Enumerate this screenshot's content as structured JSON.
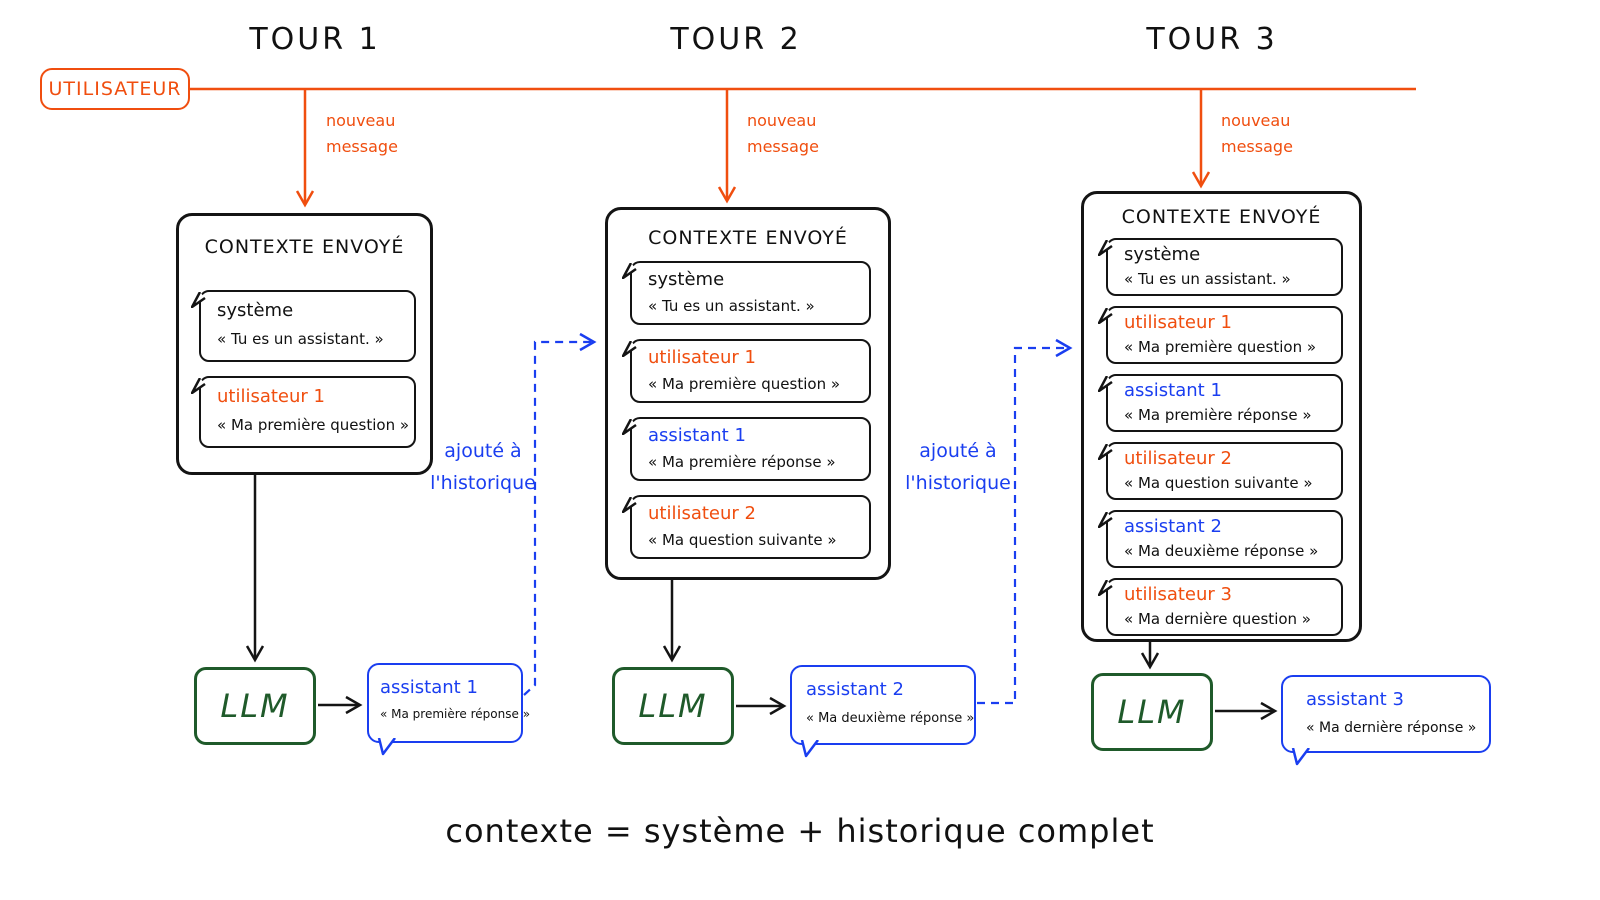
{
  "colors": {
    "user": "#f04e0f",
    "assistant": "#1a3ef0",
    "llm": "#1f5a2a",
    "ink": "#141414"
  },
  "user_lane": {
    "label": "UTILISATEUR"
  },
  "turns": [
    {
      "title": "TOUR 1",
      "arrow_label": "nouveau message",
      "context_title": "CONTEXTE ENVOYÉ",
      "messages": [
        {
          "role": "système",
          "kind": "system",
          "text": "« Tu es un assistant. »"
        },
        {
          "role": "utilisateur 1",
          "kind": "user",
          "text": "« Ma première question »"
        }
      ],
      "llm_label": "LLM",
      "output": {
        "role": "assistant 1",
        "text": "« Ma première réponse »"
      },
      "history_label": "ajouté à l'historique"
    },
    {
      "title": "TOUR 2",
      "arrow_label": "nouveau message",
      "context_title": "CONTEXTE ENVOYÉ",
      "messages": [
        {
          "role": "système",
          "kind": "system",
          "text": "« Tu es un assistant. »"
        },
        {
          "role": "utilisateur 1",
          "kind": "user",
          "text": "« Ma première question »"
        },
        {
          "role": "assistant 1",
          "kind": "assistant",
          "text": "« Ma première réponse »"
        },
        {
          "role": "utilisateur 2",
          "kind": "user",
          "text": "« Ma question suivante »"
        }
      ],
      "llm_label": "LLM",
      "output": {
        "role": "assistant 2",
        "text": "« Ma deuxième réponse »"
      },
      "history_label": "ajouté à l'historique"
    },
    {
      "title": "TOUR 3",
      "arrow_label": "nouveau message",
      "context_title": "CONTEXTE ENVOYÉ",
      "messages": [
        {
          "role": "système",
          "kind": "system",
          "text": "« Tu es un assistant. »"
        },
        {
          "role": "utilisateur 1",
          "kind": "user",
          "text": "« Ma première question »"
        },
        {
          "role": "assistant 1",
          "kind": "assistant",
          "text": "« Ma première réponse »"
        },
        {
          "role": "utilisateur 2",
          "kind": "user",
          "text": "« Ma question suivante »"
        },
        {
          "role": "assistant 2",
          "kind": "assistant",
          "text": "« Ma deuxième réponse »"
        },
        {
          "role": "utilisateur 3",
          "kind": "user",
          "text": "« Ma dernière question »"
        }
      ],
      "llm_label": "LLM",
      "output": {
        "role": "assistant 3",
        "text": "« Ma dernière réponse »"
      }
    }
  ],
  "formula": "contexte = système + historique complet"
}
